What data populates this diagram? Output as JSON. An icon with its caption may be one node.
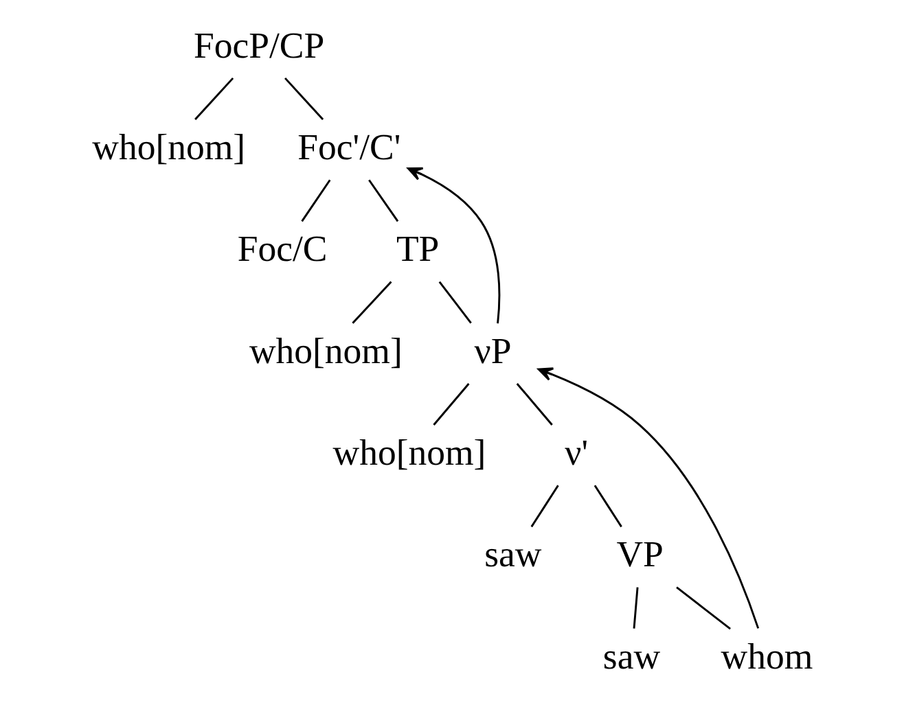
{
  "diagram": {
    "nodes": [
      {
        "text": [
          "FocP/CP"
        ]
      },
      {
        "text": [
          "who[nom]"
        ]
      },
      {
        "text": [
          "Foc'/C'"
        ]
      },
      {
        "text": [
          "Foc/C"
        ]
      },
      {
        "text": [
          "TP"
        ]
      },
      {
        "text": [
          "who[nom]"
        ]
      },
      {
        "text": [
          "νP"
        ]
      },
      {
        "text": [
          "who[nom]"
        ]
      },
      {
        "text": [
          "ν'"
        ]
      },
      {
        "text": [
          "saw"
        ]
      },
      {
        "text": [
          "VP"
        ]
      },
      {
        "text": [
          "saw"
        ]
      },
      {
        "text": [
          "whom"
        ]
      }
    ],
    "edges": [
      {
        "from": 0,
        "to": 1,
        "arrow": "none"
      },
      {
        "from": 0,
        "to": 2,
        "arrow": "none"
      },
      {
        "from": 2,
        "to": 3,
        "arrow": "none"
      },
      {
        "from": 2,
        "to": 4,
        "arrow": "none"
      },
      {
        "from": 4,
        "to": 5,
        "arrow": "none"
      },
      {
        "from": 4,
        "to": 6,
        "arrow": "none"
      },
      {
        "from": 6,
        "to": 7,
        "arrow": "none"
      },
      {
        "from": 6,
        "to": 8,
        "arrow": "none"
      },
      {
        "from": 8,
        "to": 9,
        "arrow": "none"
      },
      {
        "from": 8,
        "to": 10,
        "arrow": "none"
      },
      {
        "from": 10,
        "to": 11,
        "arrow": "none"
      },
      {
        "from": 10,
        "to": 12,
        "arrow": "none"
      },
      {
        "from": 6,
        "to": 2,
        "arrow": "to"
      },
      {
        "from": 12,
        "to": 6,
        "arrow": "to"
      }
    ]
  }
}
